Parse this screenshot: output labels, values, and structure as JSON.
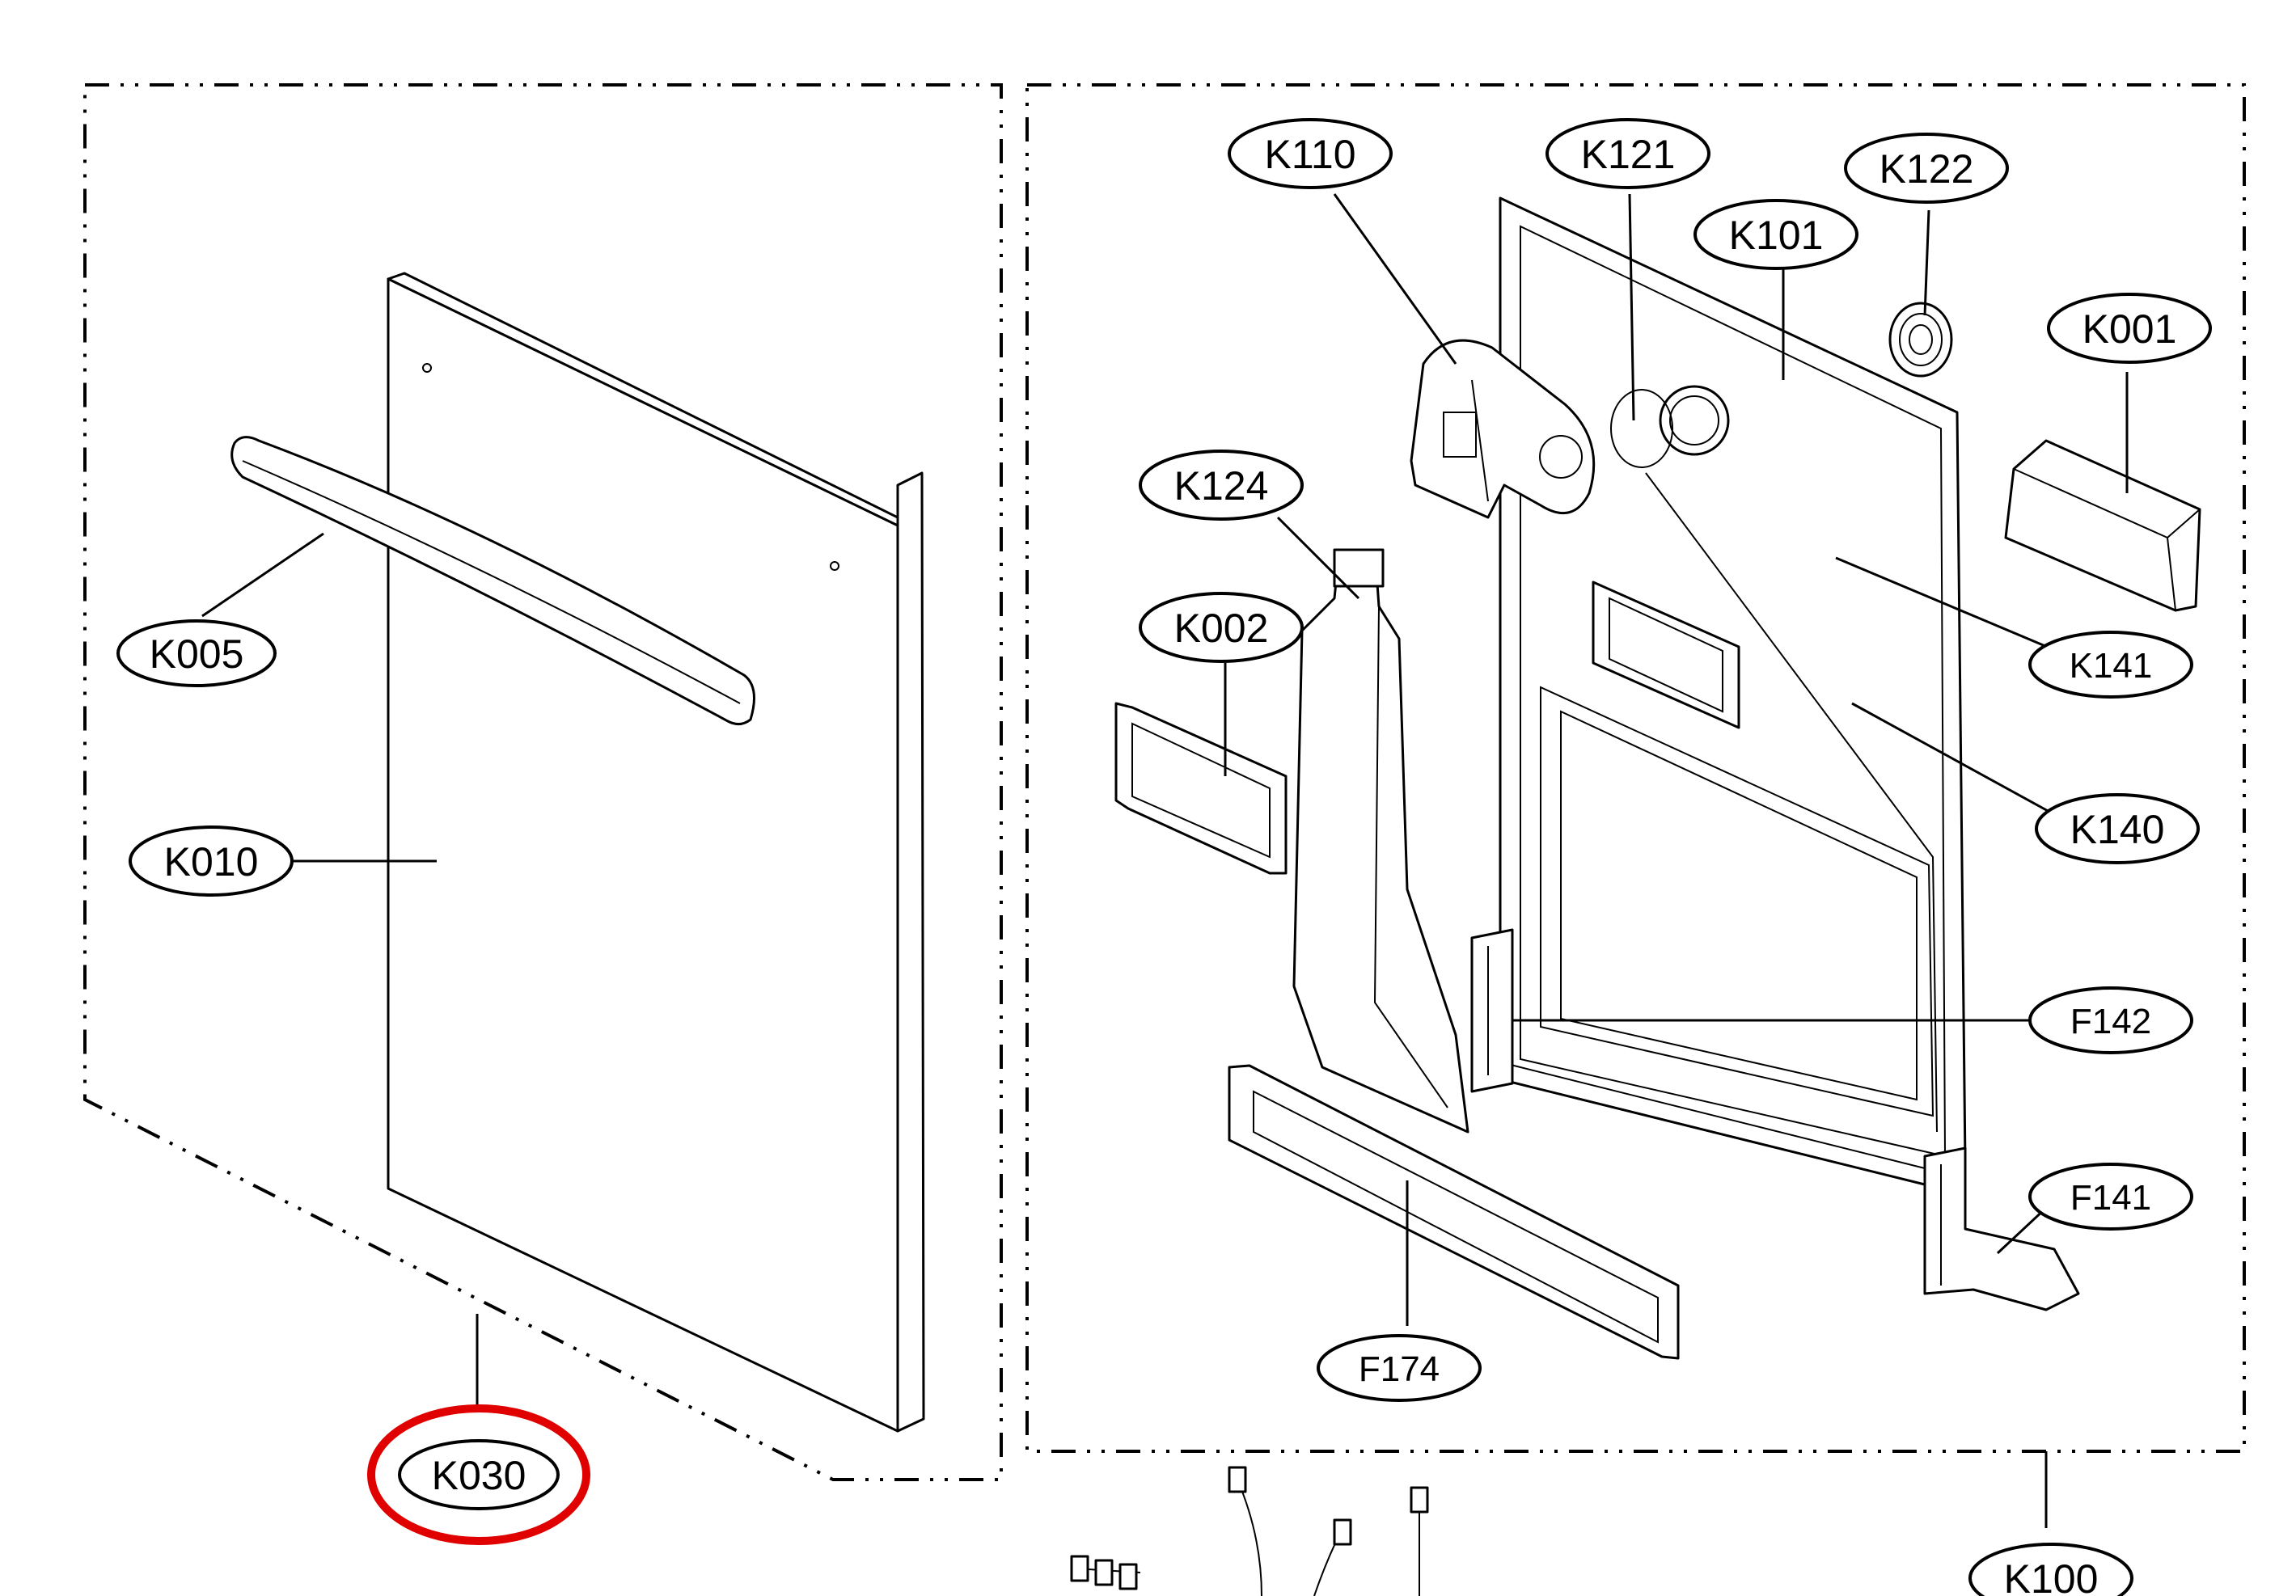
{
  "colors": {
    "highlight": "#e00000",
    "line": "#000000",
    "background": "#ffffff"
  },
  "highlighted_part": "K030",
  "callouts": {
    "k005": "K005",
    "k010": "K010",
    "k030": "K030",
    "k110": "K110",
    "k121": "K121",
    "k122": "K122",
    "k101": "K101",
    "k001": "K001",
    "k124": "K124",
    "k002": "K002",
    "k141": "K141",
    "k140": "K140",
    "f142": "F142",
    "f141": "F141",
    "f174": "F174",
    "k100": "K100"
  }
}
